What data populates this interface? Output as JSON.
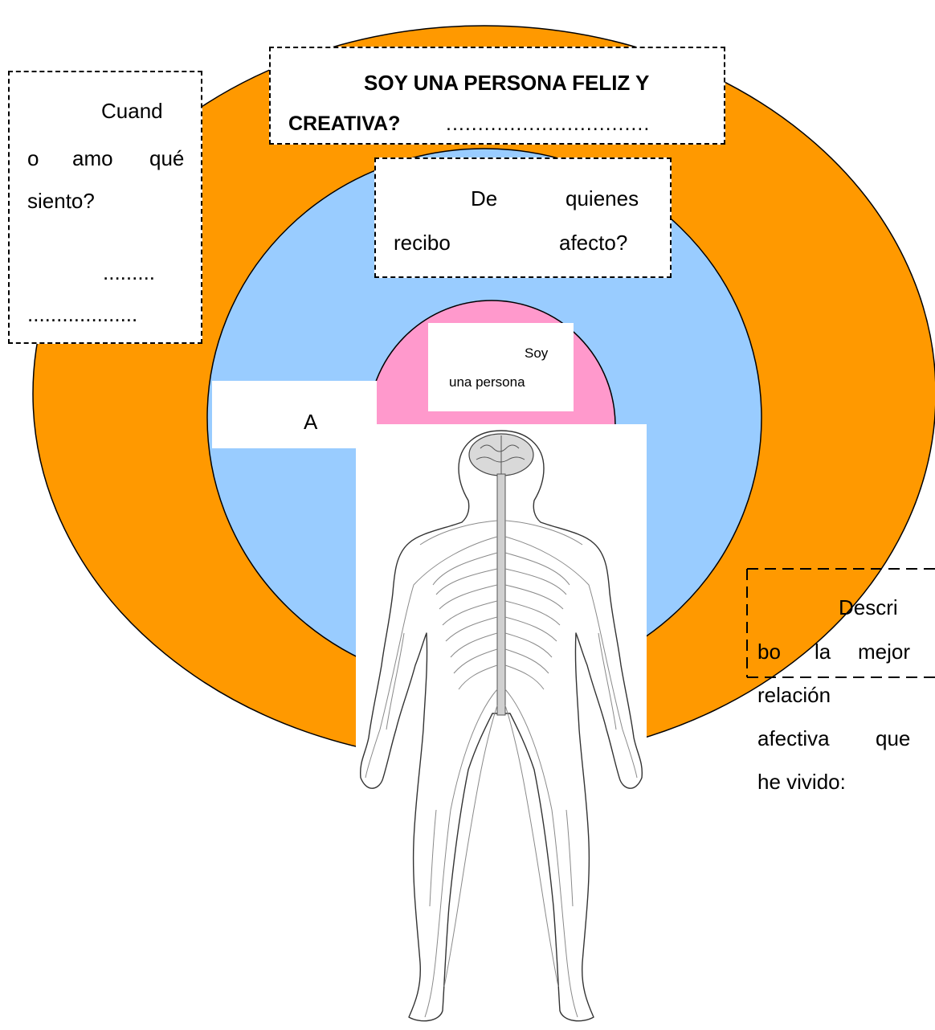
{
  "colors": {
    "outer_ring": "#FF9900",
    "middle_ring": "#99CCFF",
    "inner_circle": "#FF99CC",
    "stroke": "#000000",
    "nerves": "#8a8a8a"
  },
  "title_box": {
    "line1": "SOY UNA PERSONA FELIZ Y",
    "line2": "CREATIVA?",
    "dots": "................................"
  },
  "left_box": {
    "line1": "Cuand",
    "line2_a": "o",
    "line2_b": "amo",
    "line2_c": "qué",
    "line3": "siento?",
    "dots1": ".........",
    "dots2": "..................."
  },
  "center_box": {
    "word1": "De",
    "word2": "quienes",
    "word3": "recibo",
    "word4": "afecto?"
  },
  "soy_box": {
    "line1": "Soy",
    "line2": "una persona"
  },
  "a_box": {
    "label": "A"
  },
  "right_box": {
    "line1": "Descri",
    "line2_a": "bo",
    "line2_b": "la",
    "line2_c": "mejor",
    "line3": "relación",
    "line4_a": "afectiva",
    "line4_b": "que",
    "line5": "he vivido:"
  },
  "illustration": {
    "icon": "human-nervous-system-figure"
  }
}
